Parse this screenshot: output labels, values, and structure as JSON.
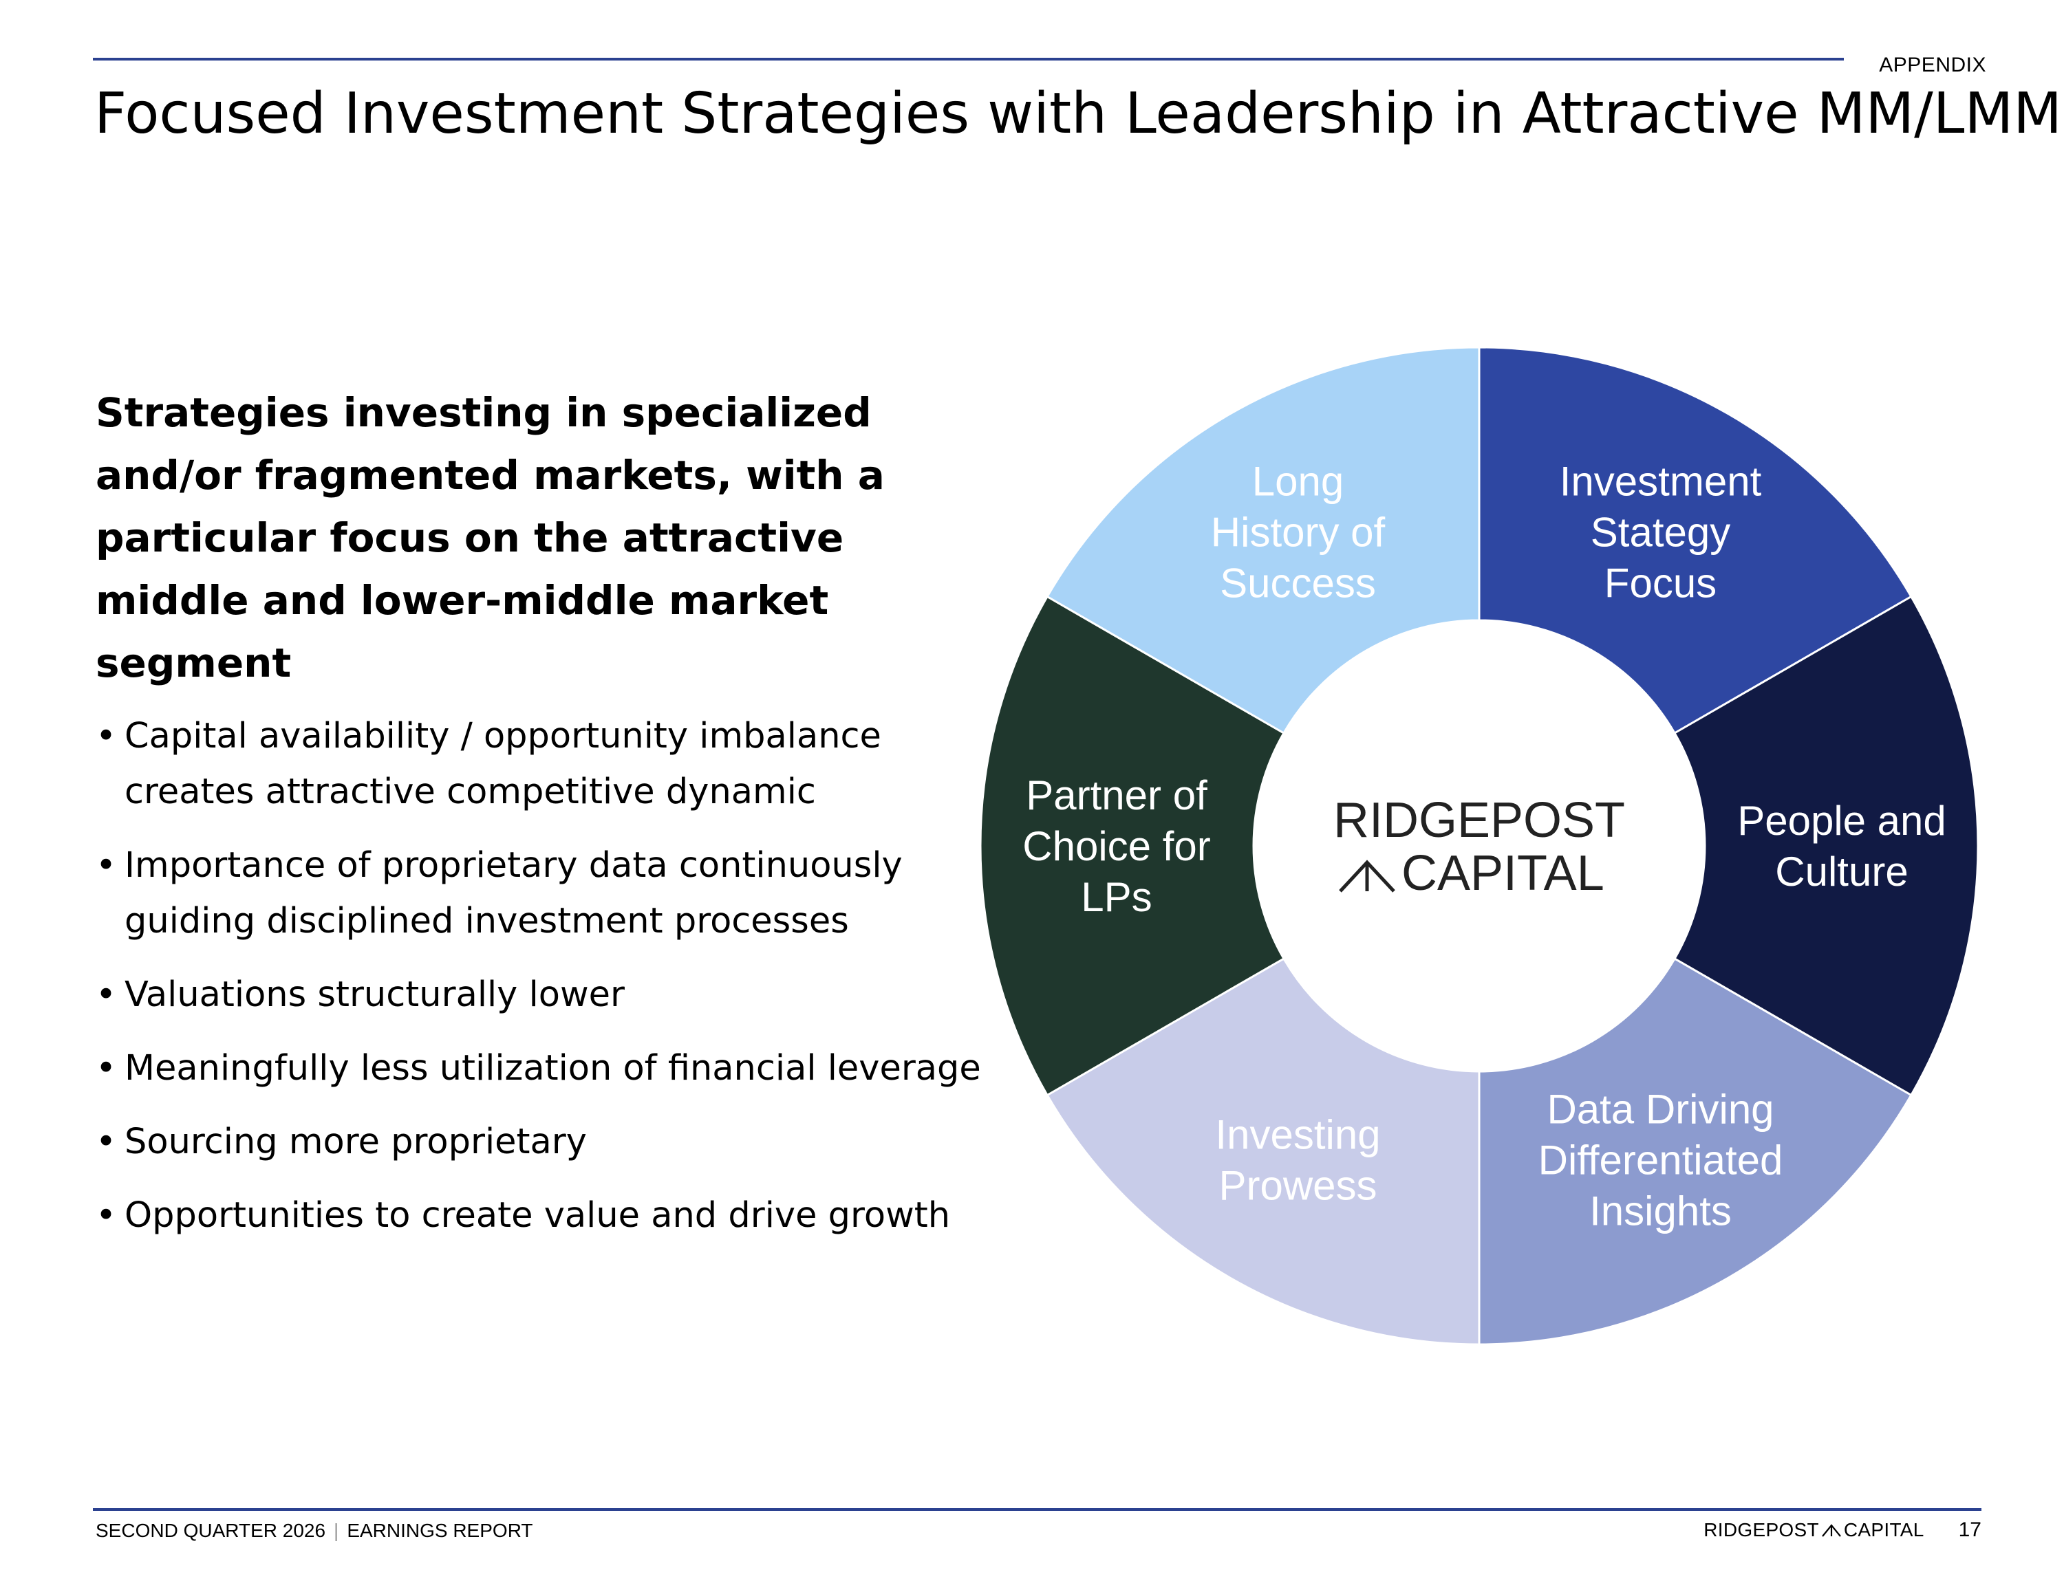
{
  "header": {
    "section_label": "APPENDIX",
    "title": "Focused Investment Strategies with Leadership in Attractive MM/LMM"
  },
  "body": {
    "headline": "Strategies investing in specialized and/or fragmented markets, with a particular focus on the attractive middle and lower-middle market segment",
    "bullets": [
      "Capital availability / opportunity imbalance creates attractive competitive dynamic",
      "Importance of proprietary data continuously guiding disciplined investment processes",
      "Valuations structurally lower",
      "Meaningfully less utilization of financial leverage",
      "Sourcing more proprietary",
      "Opportunities to create value and drive growth"
    ]
  },
  "wheel": {
    "center_logo": {
      "line1": "RIDGEPOST",
      "line2": "CAPITAL",
      "logo_icon": "peak-icon"
    },
    "segments": [
      {
        "lines": [
          "Investment",
          "Stategy",
          "Focus"
        ],
        "fill": "#2e47a2",
        "text_color": "#ffffff"
      },
      {
        "lines": [
          "People and",
          "Culture"
        ],
        "fill": "#111a44",
        "text_color": "#ffffff"
      },
      {
        "lines": [
          "Data Driving",
          "Differentiated",
          "Insights"
        ],
        "fill": "#8c9bcf",
        "text_color": "#ffffff"
      },
      {
        "lines": [
          "Investing",
          "Prowess"
        ],
        "fill": "#c8cce9",
        "text_color": "#ffffff"
      },
      {
        "lines": [
          "Partner of",
          "Choice for",
          "LPs"
        ],
        "fill": "#1f372d",
        "text_color": "#ffffff"
      },
      {
        "lines": [
          "Long",
          "History of",
          "Success"
        ],
        "fill": "#a8d3f7",
        "text_color": "#ffffff"
      }
    ]
  },
  "footer": {
    "report_period": "SECOND QUARTER 2026",
    "report_name": "EARNINGS REPORT",
    "logo_line1": "RIDGEPOST",
    "logo_line2": "CAPITAL",
    "page_number": "17"
  },
  "colors": {
    "rule": "#2b4190"
  }
}
